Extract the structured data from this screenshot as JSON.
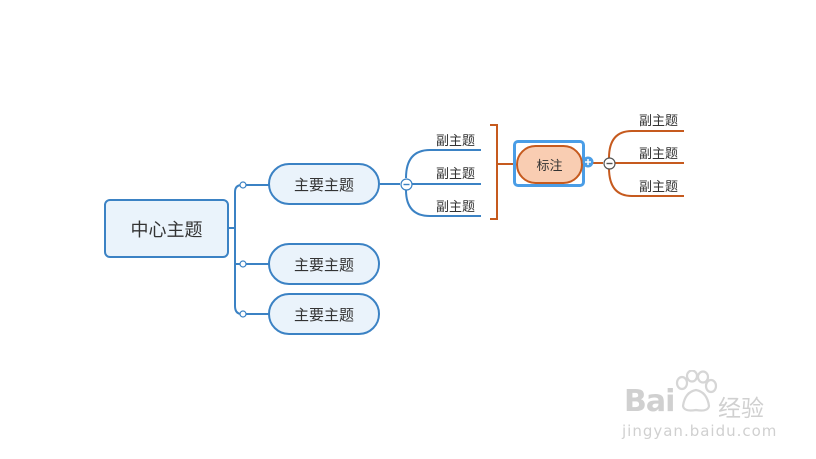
{
  "central_topic": "中心主题",
  "main_topics": [
    "主要主题",
    "主要主题",
    "主要主题"
  ],
  "subtopics": [
    "副主题",
    "副主题",
    "副主题"
  ],
  "callout": {
    "label": "标注",
    "subtopics": [
      "副主题",
      "副主题",
      "副主题"
    ]
  },
  "watermark": {
    "brand": "Bai",
    "brand_tail": "经验",
    "url": "jingyan.baidu.com"
  },
  "colors": {
    "blue_line": "#3b82c4",
    "orange_line": "#c65a1e",
    "selection": "#4a9de6",
    "node_fill": "#eaf3fb",
    "callout_fill": "#f9cdb2"
  }
}
